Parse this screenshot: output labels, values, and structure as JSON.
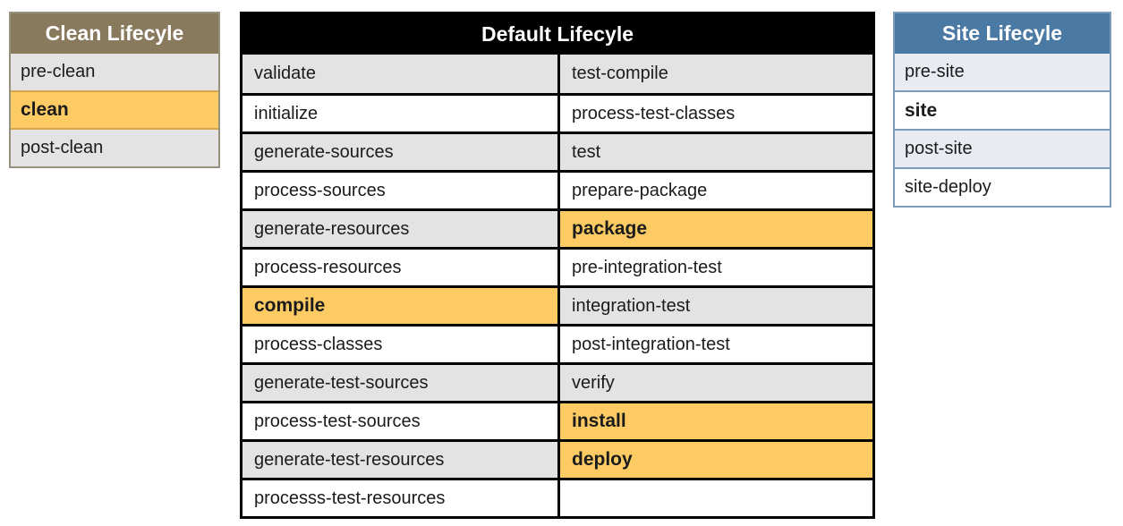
{
  "clean_table": {
    "title": "Clean Lifecyle",
    "header_color": "#897a5e",
    "border_color": "#98917f",
    "rows": [
      {
        "label": "pre-clean",
        "highlight": false
      },
      {
        "label": "clean",
        "highlight": true
      },
      {
        "label": "post-clean",
        "highlight": false
      }
    ]
  },
  "default_table": {
    "title": "Default Lifecyle",
    "header_color": "#000000",
    "border_color": "#000000",
    "left_column": [
      {
        "label": "validate",
        "highlight": false
      },
      {
        "label": "initialize",
        "highlight": false
      },
      {
        "label": "generate-sources",
        "highlight": false
      },
      {
        "label": "process-sources",
        "highlight": false
      },
      {
        "label": "generate-resources",
        "highlight": false
      },
      {
        "label": "process-resources",
        "highlight": false
      },
      {
        "label": "compile",
        "highlight": true
      },
      {
        "label": "process-classes",
        "highlight": false
      },
      {
        "label": "generate-test-sources",
        "highlight": false
      },
      {
        "label": "process-test-sources",
        "highlight": false
      },
      {
        "label": "generate-test-resources",
        "highlight": false
      },
      {
        "label": "processs-test-resources",
        "highlight": false
      }
    ],
    "right_column": [
      {
        "label": "test-compile",
        "highlight": false
      },
      {
        "label": "process-test-classes",
        "highlight": false
      },
      {
        "label": "test",
        "highlight": false
      },
      {
        "label": "prepare-package",
        "highlight": false
      },
      {
        "label": "package",
        "highlight": true
      },
      {
        "label": "pre-integration-test",
        "highlight": false
      },
      {
        "label": "integration-test",
        "highlight": false
      },
      {
        "label": "post-integration-test",
        "highlight": false
      },
      {
        "label": "verify",
        "highlight": false
      },
      {
        "label": "install",
        "highlight": true
      },
      {
        "label": "deploy",
        "highlight": true
      },
      {
        "label": "",
        "highlight": false
      }
    ]
  },
  "site_table": {
    "title": "Site Lifecyle",
    "header_color": "#4a79a4",
    "border_color": "#7d9bba",
    "rows": [
      {
        "label": "pre-site",
        "highlight": false,
        "bold": false
      },
      {
        "label": "site",
        "highlight": false,
        "bold": true
      },
      {
        "label": "post-site",
        "highlight": false,
        "bold": false
      },
      {
        "label": "site-deploy",
        "highlight": false,
        "bold": false
      }
    ]
  },
  "colors": {
    "highlight_orange": "#fccb63",
    "stripe_gray": "#e3e3e3",
    "stripe_blue": "#e8ecf2",
    "row_white": "#ffffff",
    "text": "#1b1b1b"
  }
}
